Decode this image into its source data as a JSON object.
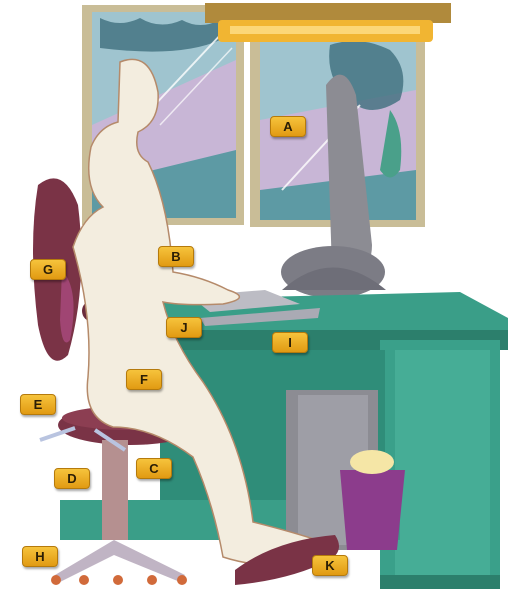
{
  "callouts": {
    "A": "A",
    "B": "B",
    "C": "C",
    "D": "D",
    "E": "E",
    "F": "F",
    "G": "G",
    "H": "H",
    "I": "I",
    "J": "J",
    "K": "K"
  },
  "colors": {
    "desk": "#3a9e88",
    "desk_dark": "#2c7f6c",
    "chair": "#7a3346",
    "window_frame": "#c9bd97",
    "sky": "#9fc4cf",
    "lamp": "#f1b532",
    "figure": "#f3eddf",
    "callout": "#f2b52c",
    "monitor": "#8c8c93",
    "trash": "#8c3c8c"
  }
}
